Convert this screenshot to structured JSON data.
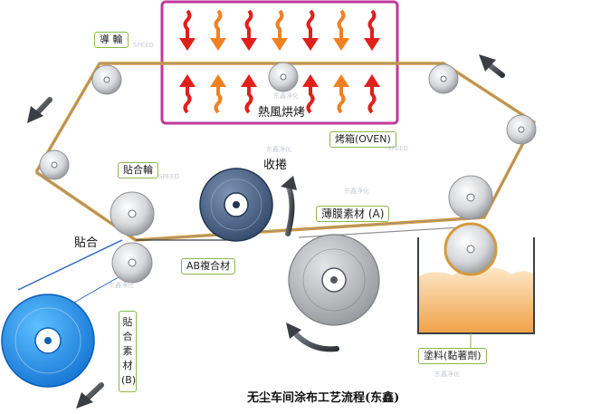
{
  "labels": {
    "guide_roller": "導 輪",
    "hot_air": "熱風烘烤",
    "oven": "烤箱(OVEN)",
    "laminating_roller": "貼合輪",
    "rewind": "收捲",
    "laminate": "貼合",
    "film_a": "薄膜素材 (A)",
    "ab_composite": "AB複合材",
    "substrate_b": "貼合素材(B)",
    "coating": "塗料(黏著劑)",
    "caption": "无尘车间涂布工艺流程(东鑫)"
  },
  "watermarks": {
    "brand": "东鑫净化",
    "sub": "SPEED"
  },
  "colors": {
    "oven_border": "#c0399a",
    "web_gold": "#d59a3c",
    "web_blue": "#2f67c8",
    "heat_red": "#e0201b",
    "heat_orange": "#f08122",
    "tag_border": "#8ab84a",
    "coating_fill": "#f2a955",
    "rewind_roll": "#4a6488",
    "film_roll": "#b9bbbe",
    "b_roll": "#1e8fe0"
  },
  "icons": {
    "heat_down": "wavy-arrow-down-icon",
    "heat_up": "wavy-arrow-up-icon",
    "direction": "direction-arrow-icon",
    "rotation": "rotation-arrow-icon"
  }
}
